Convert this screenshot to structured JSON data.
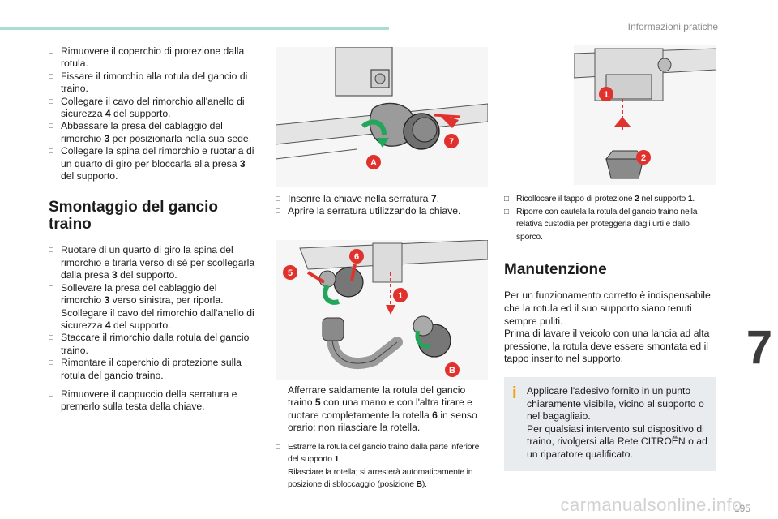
{
  "header": {
    "title": "Informazioni pratiche"
  },
  "chapter": {
    "number": "7"
  },
  "footer": {
    "page": "195",
    "watermark": "carmanualsonline.info"
  },
  "left_steps": [
    {
      "parts": [
        {
          "t": "Rimuovere il coperchio di protezione dalla rotula."
        }
      ]
    },
    {
      "parts": [
        {
          "t": "Fissare il rimorchio alla rotula del gancio di traino."
        }
      ]
    },
    {
      "parts": [
        {
          "t": "Collegare il cavo del rimorchio all'anello di sicurezza "
        },
        {
          "t": "4",
          "b": true
        },
        {
          "t": " del supporto."
        }
      ]
    },
    {
      "parts": [
        {
          "t": "Abbassare la presa del cablaggio del rimorchio "
        },
        {
          "t": "3",
          "b": true
        },
        {
          "t": " per posizionarla nella sua sede."
        }
      ]
    },
    {
      "parts": [
        {
          "t": "Collegare la spina del rimorchio e ruotarla di un quarto di giro per bloccarla alla presa "
        },
        {
          "t": "3",
          "b": true
        },
        {
          "t": " del supporto."
        }
      ]
    }
  ],
  "section_smontaggio": {
    "title": "Smontaggio del gancio traino",
    "steps": [
      {
        "parts": [
          {
            "t": "Ruotare di un quarto di giro la spina del rimorchio e tirarla verso di sé per scollegarla dalla presa "
          },
          {
            "t": "3",
            "b": true
          },
          {
            "t": " del supporto."
          }
        ]
      },
      {
        "parts": [
          {
            "t": "Sollevare la presa del cablaggio del rimorchio "
          },
          {
            "t": "3",
            "b": true
          },
          {
            "t": " verso sinistra, per riporla."
          }
        ]
      },
      {
        "parts": [
          {
            "t": "Scollegare il cavo del rimorchio dall'anello di sicurezza "
          },
          {
            "t": "4",
            "b": true
          },
          {
            "t": " del supporto."
          }
        ]
      },
      {
        "parts": [
          {
            "t": "Staccare il rimorchio dalla rotula del gancio traino."
          }
        ]
      },
      {
        "parts": [
          {
            "t": "Rimontare il coperchio di protezione sulla rotula del gancio traino."
          }
        ]
      }
    ],
    "steps2": [
      {
        "parts": [
          {
            "t": "Rimuovere il cappuccio della serratura e premerlo sulla testa della chiave."
          }
        ]
      }
    ]
  },
  "mid_steps": [
    {
      "parts": [
        {
          "t": "Inserire la chiave nella serratura "
        },
        {
          "t": "7",
          "b": true
        },
        {
          "t": "."
        }
      ]
    },
    {
      "parts": [
        {
          "t": "Aprire la serratura utilizzando la chiave."
        }
      ]
    }
  ],
  "mid_steps2": [
    {
      "parts": [
        {
          "t": "Afferrare saldamente la rotula del gancio traino "
        },
        {
          "t": "5",
          "b": true
        },
        {
          "t": " con una mano e con l'altra tirare e ruotare completamente la rotella "
        },
        {
          "t": "6",
          "b": true
        },
        {
          "t": " in senso orario; non rilasciare la rotella."
        }
      ]
    }
  ],
  "mid_steps3": [
    {
      "parts": [
        {
          "t": "Estrarre la rotula del gancio traino dalla parte inferiore del supporto "
        },
        {
          "t": "1",
          "b": true
        },
        {
          "t": "."
        }
      ]
    },
    {
      "parts": [
        {
          "t": "Rilasciare la rotella; si arresterà automaticamente in posizione di sbloccaggio (posizione "
        },
        {
          "t": "B",
          "b": true
        },
        {
          "t": ")."
        }
      ]
    }
  ],
  "right_steps": [
    {
      "parts": [
        {
          "t": "Ricollocare il tappo di protezione "
        },
        {
          "t": "2",
          "b": true
        },
        {
          "t": " nel supporto "
        },
        {
          "t": "1",
          "b": true
        },
        {
          "t": "."
        }
      ]
    },
    {
      "parts": [
        {
          "t": "Riporre con cautela la rotula del gancio traino nella relativa custodia per proteggerla dagli urti e dallo sporco."
        }
      ]
    }
  ],
  "manutenzione": {
    "title": "Manutenzione",
    "p1": "Per un funzionamento corretto è indispensabile che la rotula ed il suo supporto siano tenuti sempre puliti.",
    "p2": "Prima di lavare il veicolo con una lancia ad alta pressione, la rotula deve essere smontata ed il tappo inserito nel supporto.",
    "info1": "Applicare l'adesivo fornito in un punto chiaramente visibile, vicino al supporto o nel bagagliaio.",
    "info2": "Per qualsiasi intervento sul dispositivo di traino, rivolgersi alla Rete CITROËN o ad un riparatore qualificato."
  },
  "figures": {
    "fig_a": {
      "labels": [
        "7",
        "A"
      ]
    },
    "fig_b": {
      "labels": [
        "5",
        "6",
        "1",
        "B"
      ]
    },
    "fig_c": {
      "labels": [
        "1",
        "2"
      ]
    }
  },
  "colors": {
    "accent": "#a9dcd2",
    "callout": "#e0312d",
    "arrow_green": "#21a65a",
    "info_icon": "#f3a100"
  }
}
